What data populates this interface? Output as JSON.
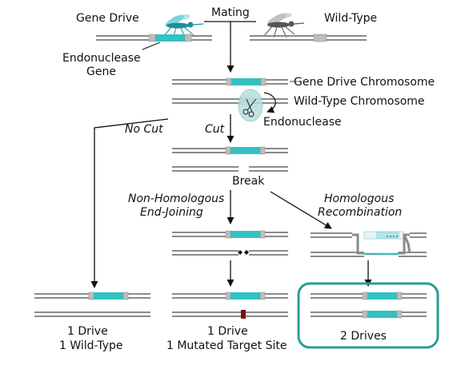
{
  "labels": {
    "gene_drive": "Gene Drive",
    "mating": "Mating",
    "wild_type": "Wild-Type",
    "endonuclease_gene_line1": "Endonuclease",
    "endonuclease_gene_line2": "Gene",
    "gene_drive_chromosome": "Gene Drive Chromosome",
    "wild_type_chromosome": "Wild-Type Chromosome",
    "endonuclease": "Endonuclease",
    "no_cut": "No Cut",
    "cut": "Cut",
    "break": "Break",
    "nhej_line1": "Non-Homologous",
    "nhej_line2": "End-Joining",
    "hr_line1": "Homologous",
    "hr_line2": "Recombination",
    "outcome_left_line1": "1 Drive",
    "outcome_left_line2": "1 Wild-Type",
    "outcome_mid_line1": "1 Drive",
    "outcome_mid_line2": "1 Mutated Target Site",
    "outcome_right": "2 Drives"
  },
  "colors": {
    "chromosome": "#8a8a8a",
    "drive_gene": "#33c1c1",
    "target_site": "#bdbdbd",
    "mutation": "#7a1010",
    "highlight_box": "#2a9d96",
    "endonuclease_blob": "#b8dedc",
    "mosquito_drive": "#2ab5c0",
    "mosquito_wild": "#6b6b6b"
  },
  "icons": [
    "mosquito-icon",
    "scissors-icon"
  ]
}
